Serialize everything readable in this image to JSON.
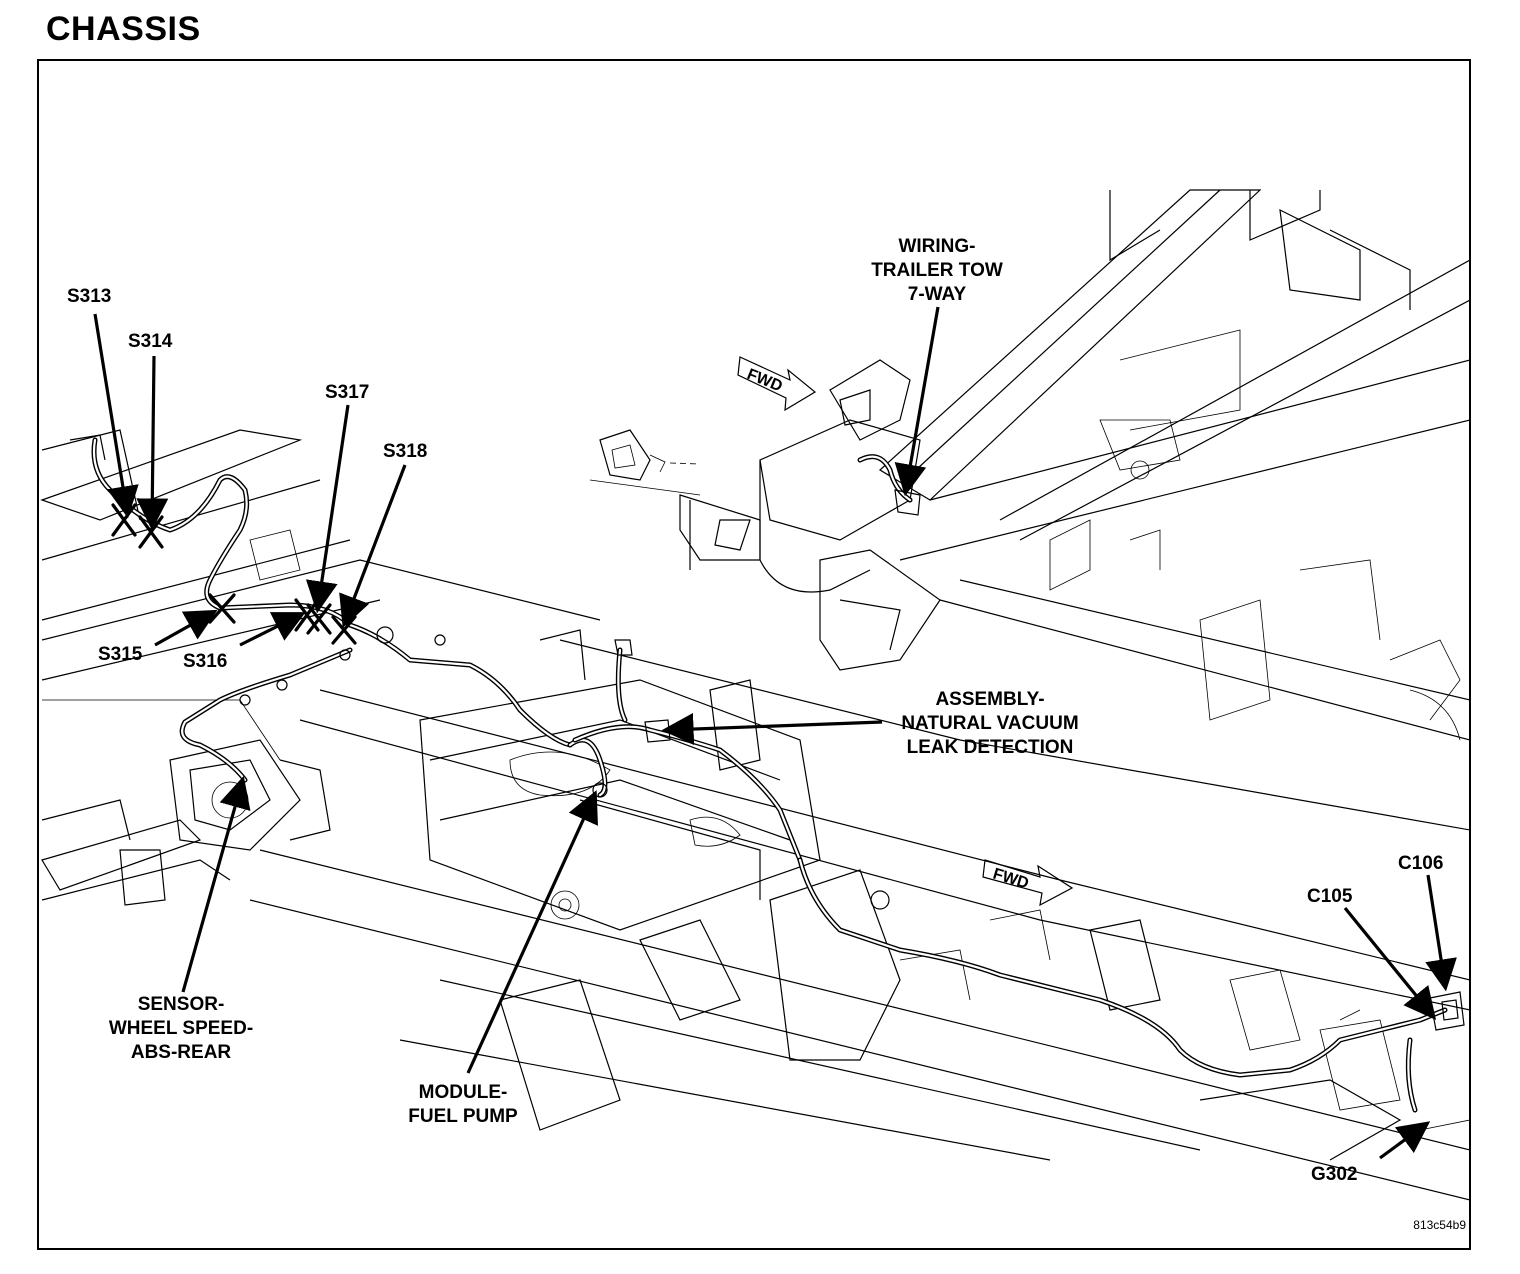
{
  "title": "CHASSIS",
  "figure_id": "813c54b9",
  "fwd_label": "FWD",
  "labels": {
    "s313": "S313",
    "s314": "S314",
    "s315": "S315",
    "s316": "S316",
    "s317": "S317",
    "s318": "S318",
    "trailer_tow": [
      "WIRING-",
      "TRAILER TOW",
      "7-WAY"
    ],
    "vacuum_leak": [
      "ASSEMBLY-",
      "NATURAL VACUUM",
      "LEAK DETECTION"
    ],
    "wheel_speed": [
      "SENSOR-",
      "WHEEL SPEED-",
      "ABS-REAR"
    ],
    "fuel_pump": [
      "MODULE-",
      "FUEL PUMP"
    ],
    "c105": "C105",
    "c106": "C106",
    "g302": "G302"
  }
}
